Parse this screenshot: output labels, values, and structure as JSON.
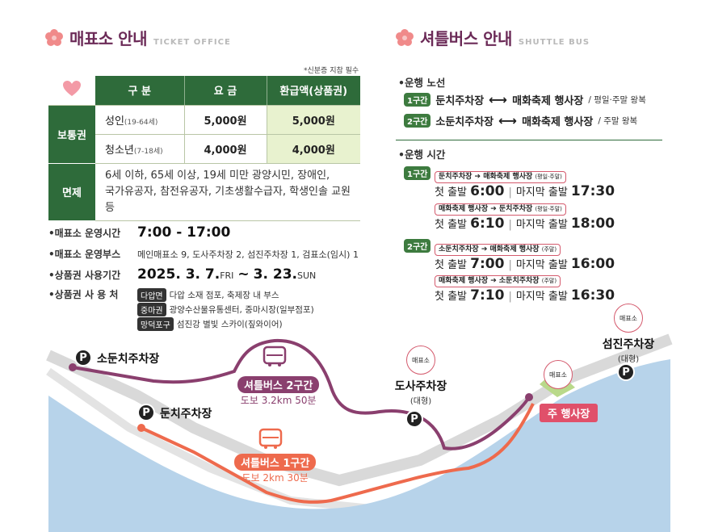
{
  "ticket": {
    "title": "매표소 안내",
    "title_en": "TICKET OFFICE",
    "id_note": "*신분증 지참 필수",
    "headers": [
      "구 분",
      "요 금",
      "환급액(상품권)"
    ],
    "general_label": "보통권",
    "rows": [
      {
        "name": "성인",
        "age": "(19-64세)",
        "fee": "5,000원",
        "refund": "5,000원"
      },
      {
        "name": "청소년",
        "age": "(7-18세)",
        "fee": "4,000원",
        "refund": "4,000원"
      }
    ],
    "exempt_label": "면제",
    "exempt_line1": "6세 이하, 65세 이상, 19세 미만 광양시민, 장애인,",
    "exempt_line2": "국가유공자, 참전유공자, 기초생활수급자, 학생인솔 교원 등",
    "hours_label": "•매표소 운영시간",
    "hours_value": "7:00 - 17:00",
    "booth_label": "•매표소 운영부스",
    "booth_value": "메인매표소 9, 도사주차장 2, 섬진주차장 1, 검표소(임시) 1",
    "period_label": "•상품권 사용기간",
    "period_start": "2025. 3. 7.",
    "period_start_day": "FRI",
    "period_tilde": "~",
    "period_end": "3. 23.",
    "period_end_day": "SUN",
    "usage_label": "•상품권 사 용 처",
    "usage": [
      {
        "tag": "다압면",
        "text": "다압 소재 점포, 축제장 내 부스"
      },
      {
        "tag": "중마권",
        "text": "광양수산물유통센터, 중마시장(일부점포)"
      },
      {
        "tag": "망덕포구",
        "text": "섬진강 별빛 스카이(짚와이어)"
      }
    ]
  },
  "shuttle": {
    "title": "셔틀버스 안내",
    "title_en": "SHUTTLE BUS",
    "route_heading": "•운행 노선",
    "routes": [
      {
        "seg": "1구간",
        "from": "둔치주차장",
        "arrow": "⟷",
        "to": "매화축제 행사장",
        "note": "/ 평일·주말 왕복"
      },
      {
        "seg": "2구간",
        "from": "소둔치주차장",
        "arrow": "⟷",
        "to": "매화축제 행사장",
        "note": "/ 주말 왕복"
      }
    ],
    "time_heading": "•운행 시간",
    "seg1": "1구간",
    "seg2": "2구간",
    "schedules": [
      {
        "route": "둔치주차장 ➔ 매화축제 행사장",
        "days": "(평일·주말)",
        "first_label": "첫 출발",
        "first": "6:00",
        "last_label": "마지막 출발",
        "last": "17:30"
      },
      {
        "route": "매화축제 행사장 ➔ 둔치주차장",
        "days": "(평일·주말)",
        "first_label": "첫 출발",
        "first": "6:10",
        "last_label": "마지막 출발",
        "last": "18:00"
      },
      {
        "route": "소둔치주차장 ➔ 매화축제 행사장",
        "days": "(주말)",
        "first_label": "첫 출발",
        "first": "7:00",
        "last_label": "마지막 출발",
        "last": "16:00"
      },
      {
        "route": "매화축제 행사장 ➔ 소둔치주차장",
        "days": "(주말)",
        "first_label": "첫 출발",
        "first": "7:10",
        "last_label": "마지막 출발",
        "last": "16:30"
      }
    ]
  },
  "map": {
    "parking_symbol": "P",
    "so_dunchi": "소둔치주차장",
    "dunchi": "둔치주차장",
    "dosa": "도사주차장",
    "dosa_sub": "(대형)",
    "seomjin": "섬진주차장",
    "seomjin_sub": "(대형)",
    "main_venue": "주 행사장",
    "ticket_booth": "매표소",
    "bus2_label": "셔틀버스 2구간",
    "bus2_sub": "도보 3.2km 50분",
    "bus1_label": "셔틀버스 1구간",
    "bus1_sub": "도보 2km 30분",
    "colors": {
      "route1": "#ee6a4d",
      "route2": "#8a3f6e",
      "river": "#b7d3ea",
      "green": "#2e6b3a",
      "pink": "#e0506a"
    }
  }
}
